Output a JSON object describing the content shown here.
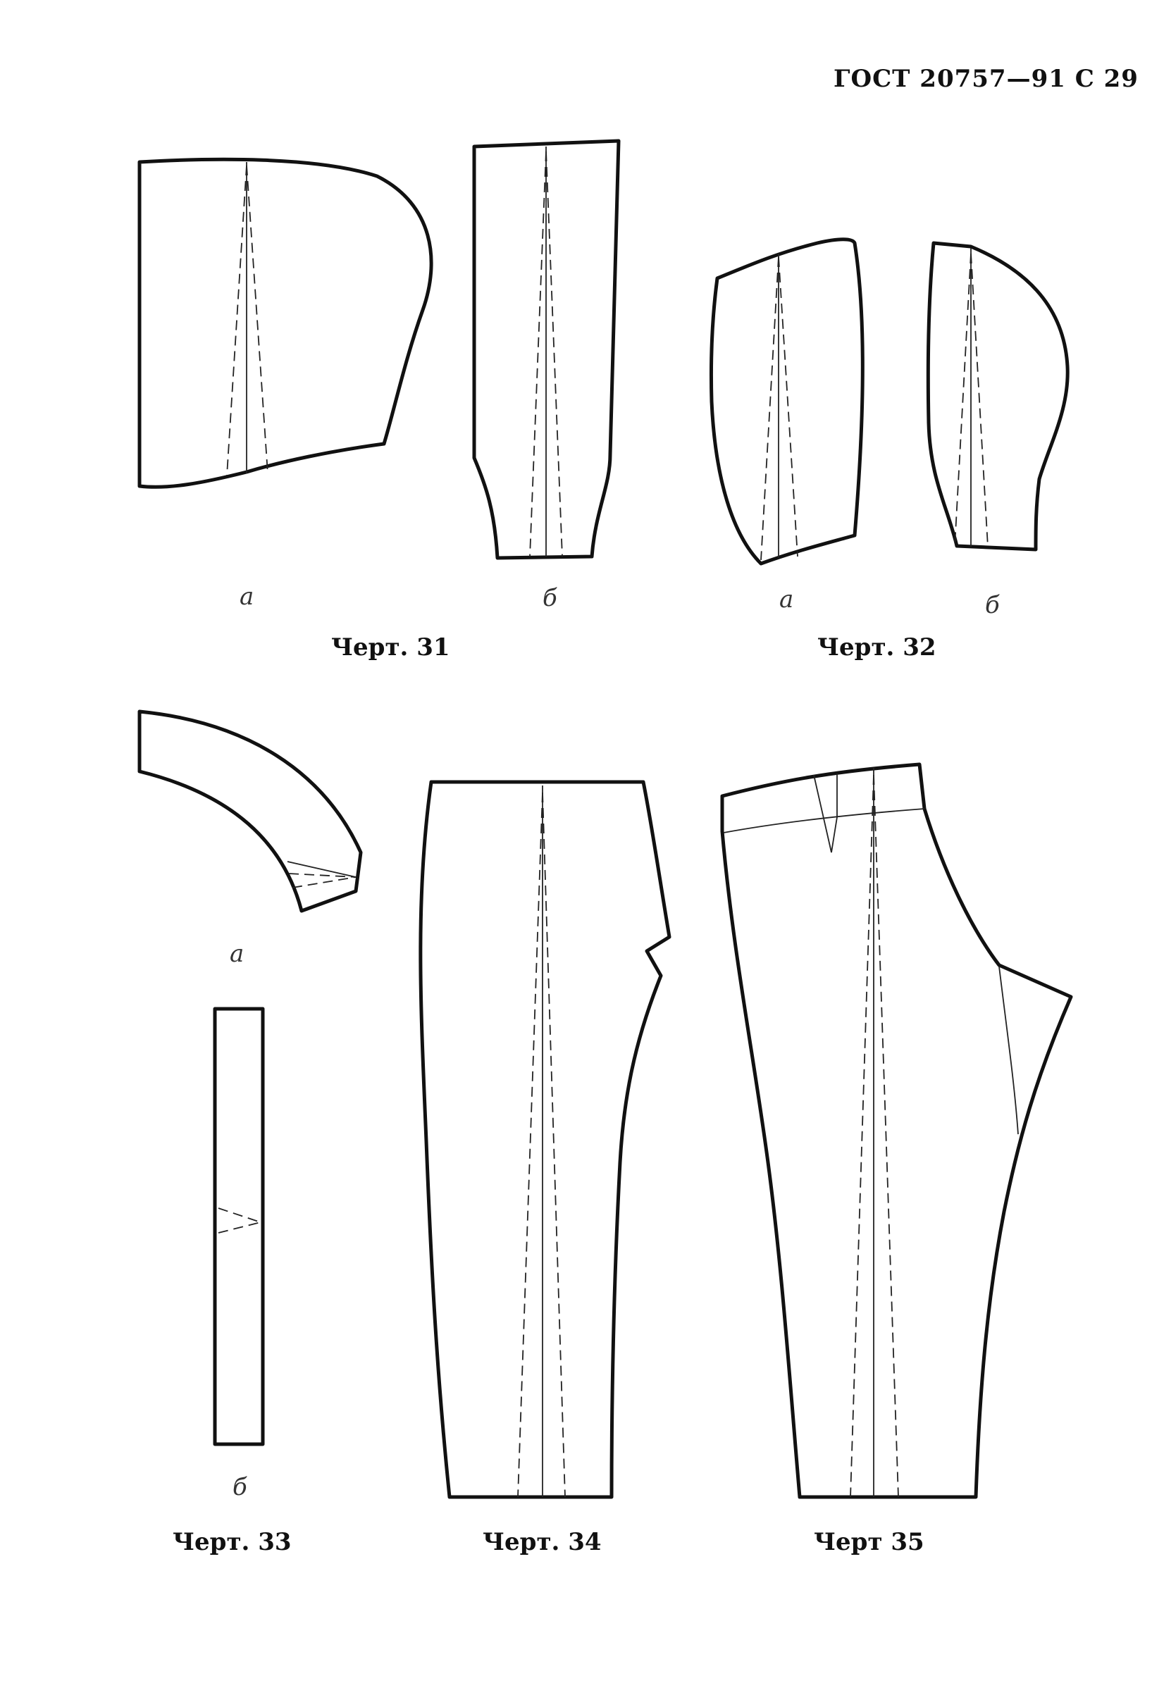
{
  "header": "ГОСТ 20757—91 С 29",
  "figures": {
    "fig31": {
      "caption": "Черт. 31",
      "label_a": "а",
      "label_b": "б"
    },
    "fig32": {
      "caption": "Черт. 32",
      "label_a": "а",
      "label_b": "б"
    },
    "fig33": {
      "caption": "Черт. 33",
      "label_a": "а",
      "label_b": "б"
    },
    "fig34": {
      "caption": "Черт. 34"
    },
    "fig35": {
      "caption": "Черт 35"
    }
  }
}
